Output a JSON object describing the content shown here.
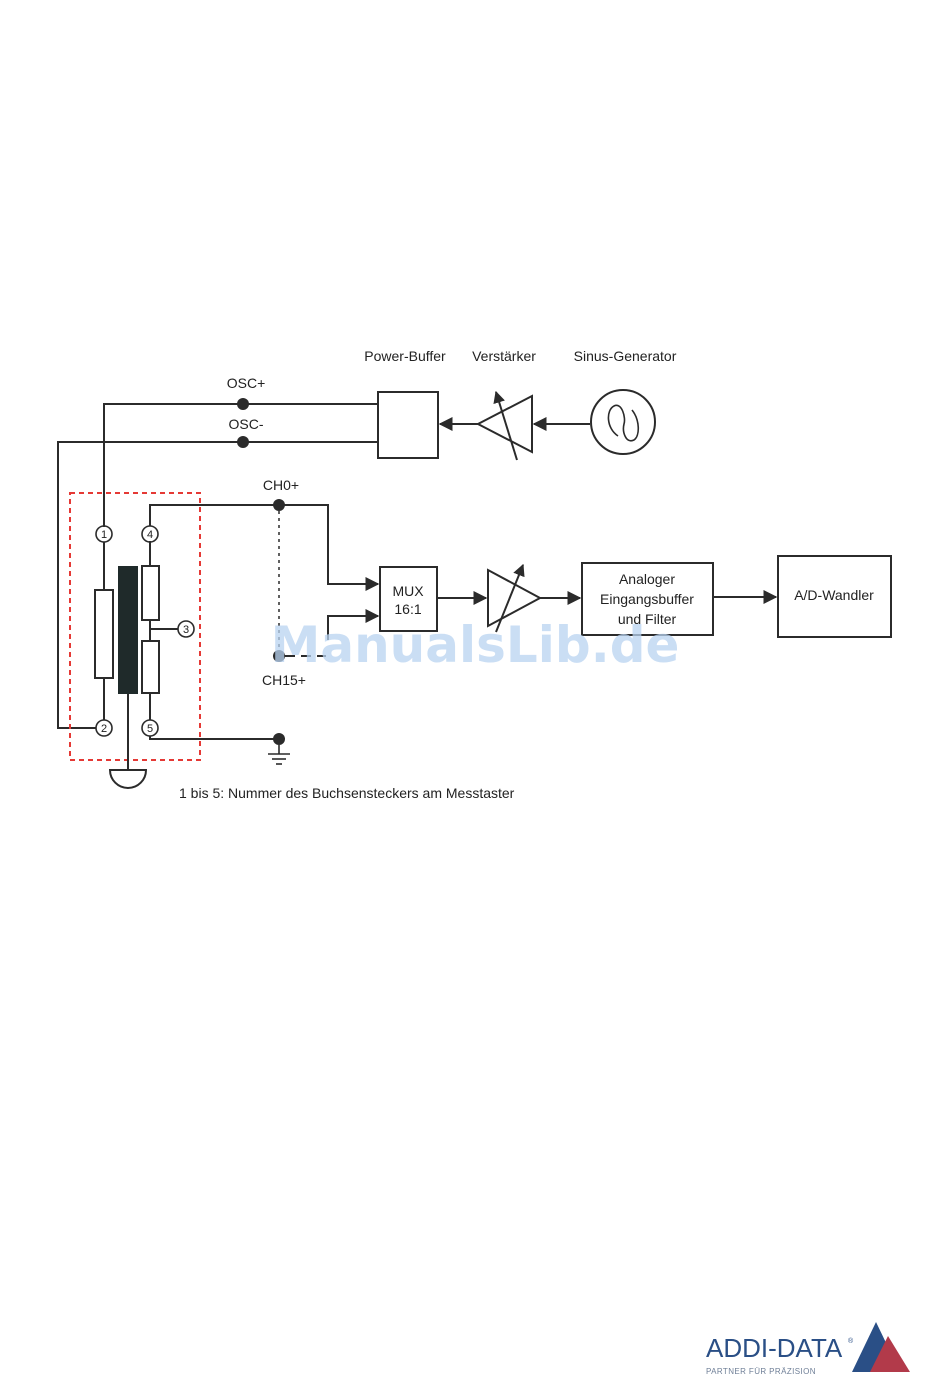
{
  "labels": {
    "power_buffer": "Power-Buffer",
    "verstaerker": "Verstärker",
    "sinus_generator": "Sinus-Generator",
    "osc_plus": "OSC+",
    "osc_minus": "OSC-",
    "ch0": "CH0+",
    "ch15": "CH15+",
    "mux_line1": "MUX",
    "mux_line2": "16:1",
    "buffer_line1": "Analoger",
    "buffer_line2": "Eingangsbuffer",
    "buffer_line3": "und Filter",
    "adc": "A/D-Wandler",
    "footnote": "1 bis 5: Nummer des Buchsensteckers am Messtaster"
  },
  "pins": [
    "1",
    "2",
    "3",
    "4",
    "5"
  ],
  "watermark": "ManualsLib.de",
  "logo": {
    "name": "ADDI-DATA",
    "registered": "®",
    "tagline": "PARTNER FÜR PRÄZISION"
  },
  "colors": {
    "line": "#2b2b2b",
    "probe_outline": "#e53935",
    "core": "#1f2a2a",
    "watermark": "#b9d3f1",
    "logo_text": "#2a4f86",
    "logo_blue": "#2a4f86",
    "logo_red": "#b23a4a"
  }
}
